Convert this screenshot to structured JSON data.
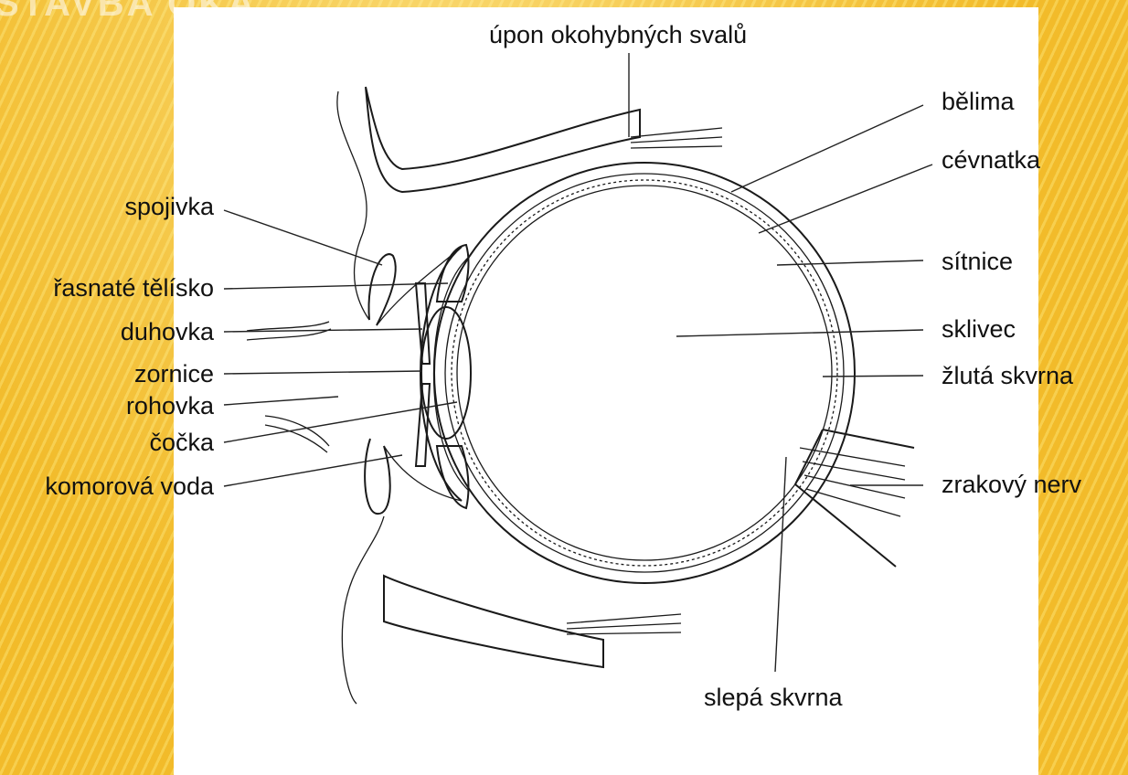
{
  "slide_title": "STAVBA OKA",
  "labels": {
    "upon": "úpon okohybných svalů",
    "belima": "bělima",
    "cevnatka": "cévnatka",
    "spojivka": "spojivka",
    "rasnate": "řasnaté tělísko",
    "duhovka": "duhovka",
    "zornice": "zornice",
    "rohovka": "rohovka",
    "cocka": "čočka",
    "komorova": "komorová voda",
    "sitnice": "sítnice",
    "sklivec": "sklivec",
    "zluta": "žlutá skvrna",
    "zrakovy": "zrakový nerv",
    "slepa": "slepá skvrna"
  },
  "colors": {
    "background": "#f2bb2a",
    "panel": "#ffffff",
    "ink": "#1a1a1a"
  }
}
